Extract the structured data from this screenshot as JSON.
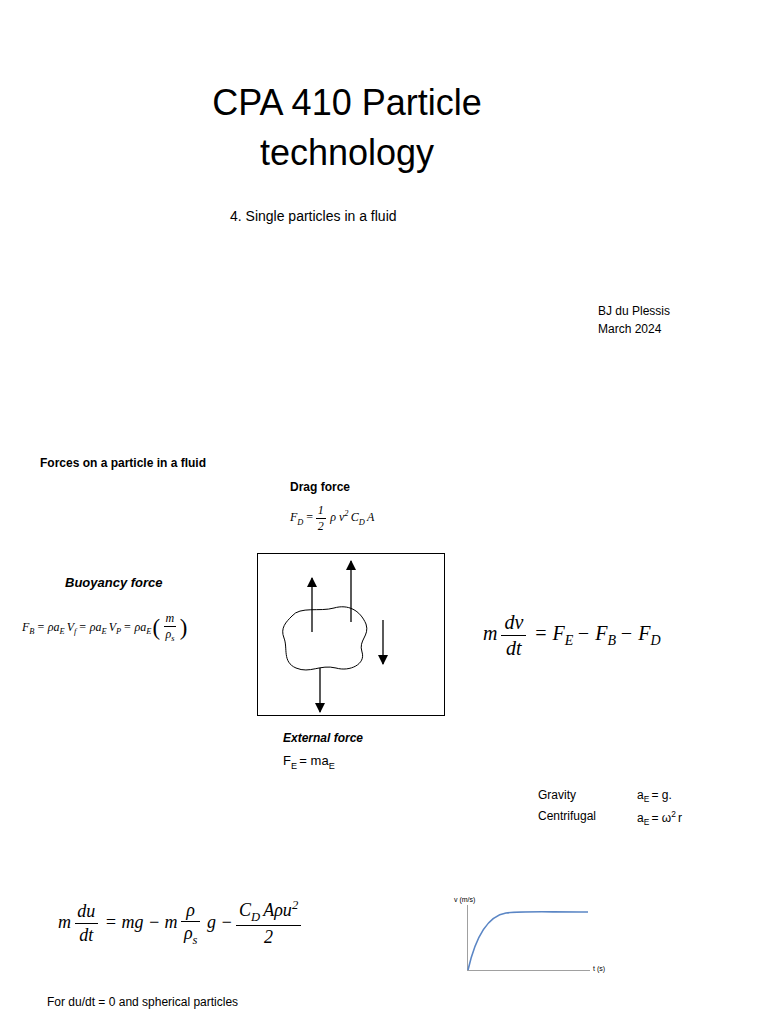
{
  "diagram": {
    "title": "CPA 410 Particle technology",
    "labels": [
      "4. Single particles in a fluid",
      "BJ du Plessis",
      "March 2024",
      "Forces on a particle in a fluid",
      "Drag force",
      "F",
      "D",
      "=",
      "1",
      "2",
      "ρ v",
      "2",
      "C",
      "D",
      "A",
      "Buoyancy force",
      "F",
      "B",
      "= ρa",
      "E",
      "V",
      "f",
      "= ρa",
      "E",
      "V",
      "P",
      "= ρa",
      "E",
      "(",
      "m",
      "ρ",
      "s",
      ")",
      "m",
      "dv",
      "dt",
      "= F",
      "E",
      "− F",
      "B",
      "− F",
      "D",
      "External force",
      "F",
      "E",
      "= ma",
      "E",
      "Gravity",
      "a",
      "E",
      "= g.",
      "Centrifugal",
      "a",
      "E",
      "= ω",
      "2",
      "r",
      "m",
      "du",
      "dt",
      "= mg − m",
      "ρ",
      "ρ",
      "s",
      "g −",
      "C",
      "D",
      "Aρu",
      "2",
      "2",
      "v (m/s)",
      "t (s)",
      "For du/dt = 0 and spherical particles"
    ]
  }
}
